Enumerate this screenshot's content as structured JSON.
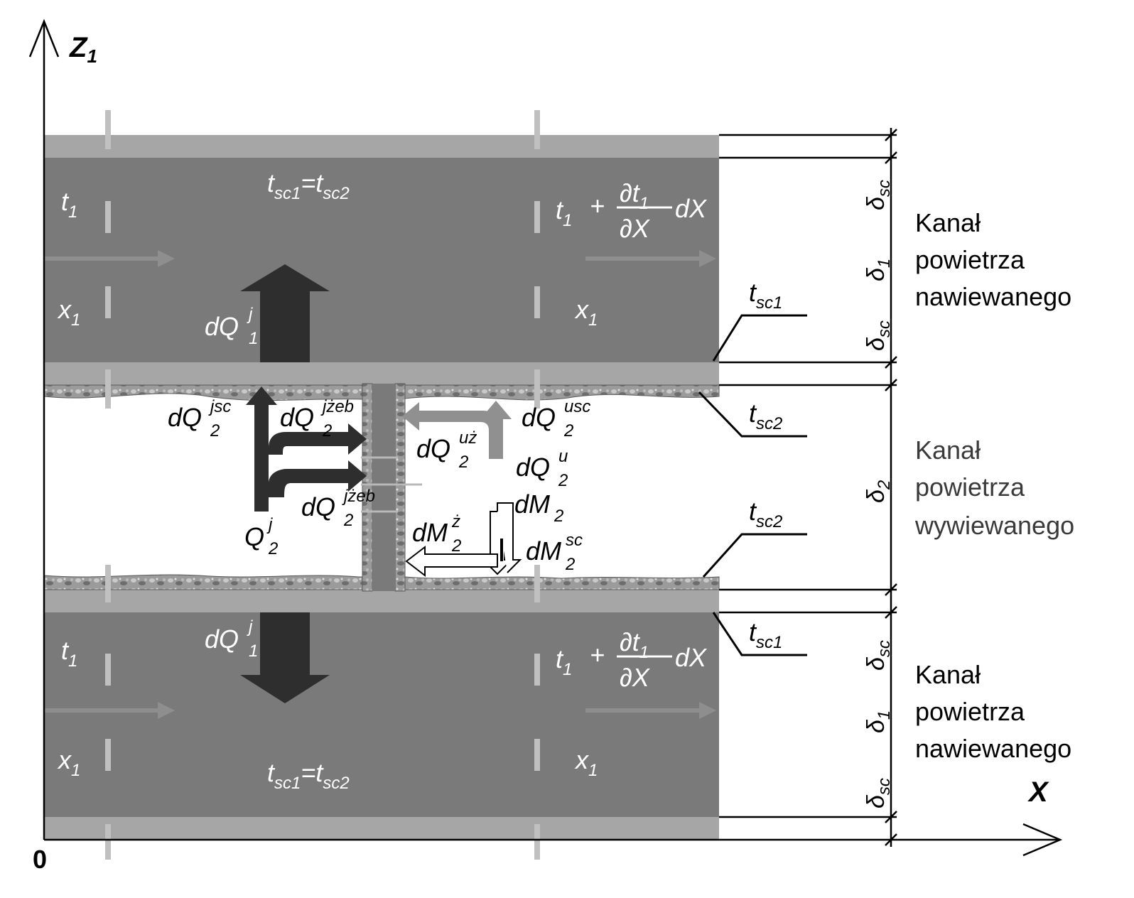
{
  "colors": {
    "channel": "#7a7a7a",
    "wall": "#a6a6a6",
    "dark_arrow": "#2e2e2e",
    "light_arrow": "#909090",
    "foam": "#9a9a9a"
  },
  "axes": {
    "z_label": "Z",
    "z_sub": "1",
    "x_label": "X",
    "origin": "0"
  },
  "channels": {
    "top_description": [
      "Kanał",
      "powietrza",
      "nawiewanego"
    ],
    "middle_description": [
      "Kanał",
      "powietrza",
      "wywiewanego"
    ],
    "bottom_description": [
      "Kanał",
      "powietrza",
      "nawiewanego"
    ]
  },
  "dimensions": {
    "delta": "δ",
    "sc": "sc",
    "one": "1",
    "two": "2"
  },
  "symbols": {
    "t": "t",
    "x": "x",
    "one": "1",
    "two": "2",
    "plus": "+",
    "partial_t": "∂t",
    "partial_x": "∂X",
    "dX": "dX",
    "tsc1": "sc1",
    "tsc2": "sc2",
    "equals": "=",
    "dQ": "dQ",
    "Q": "Q",
    "dM": "dM",
    "j": "j",
    "jsc": "jsc",
    "jzeb": "jżeb",
    "usc": "usc",
    "uz": "uż",
    "u": "u",
    "z": "ż",
    "sc": "sc"
  }
}
